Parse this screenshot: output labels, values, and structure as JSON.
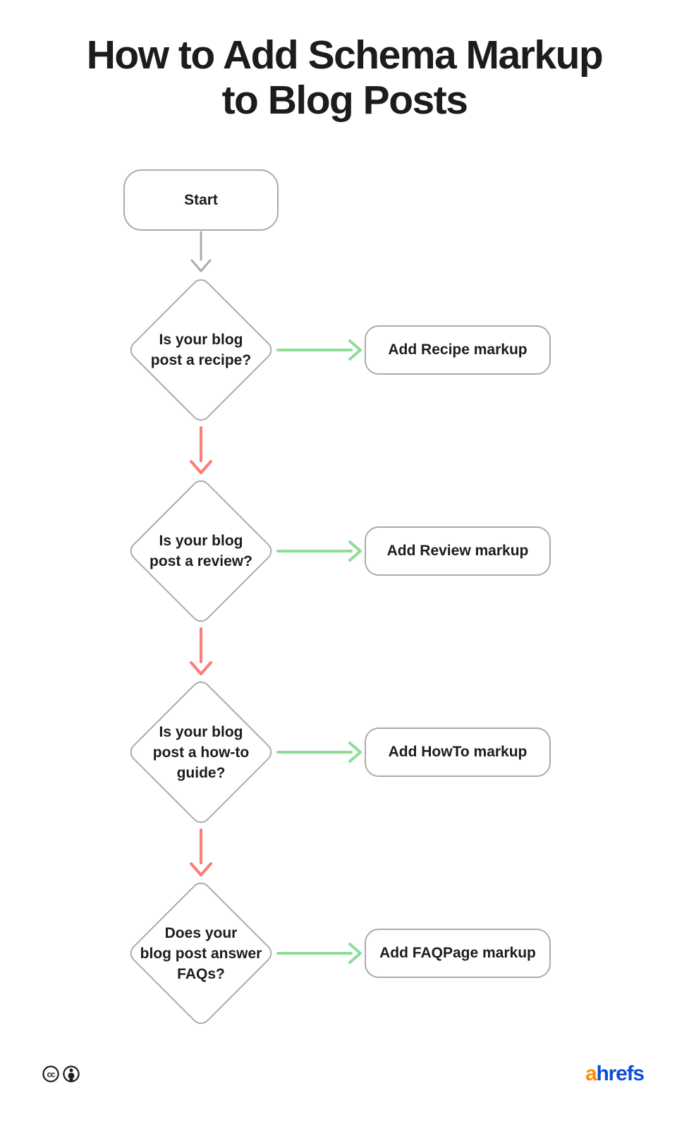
{
  "title": {
    "line1": "How to Add Schema Markup",
    "line2": "to Blog Posts"
  },
  "flow": {
    "start": {
      "label": "Start"
    },
    "decisions": [
      {
        "question": "Is your blog\npost a recipe?",
        "action": "Add Recipe markup"
      },
      {
        "question": "Is your blog\npost a review?",
        "action": "Add Review markup"
      },
      {
        "question": "Is your blog\npost a how-to\nguide?",
        "action": "Add HowTo markup"
      },
      {
        "question": "Does your\nblog post answer\nFAQs?",
        "action": "Add FAQPage markup"
      }
    ]
  },
  "footer": {
    "license_icons": [
      "cc-icon",
      "attribution-icon"
    ],
    "logo": {
      "prefix": "a",
      "rest": "hrefs"
    }
  },
  "colors": {
    "background": "#ffffff",
    "node-border": "#ababab",
    "text": "#1c1c1c",
    "arrow-green": "#8edc96",
    "arrow-red": "#fb7d77",
    "arrow-gray": "#ababab",
    "logo-orange": "#ff8a04",
    "logo-blue": "#0d4ed8"
  }
}
